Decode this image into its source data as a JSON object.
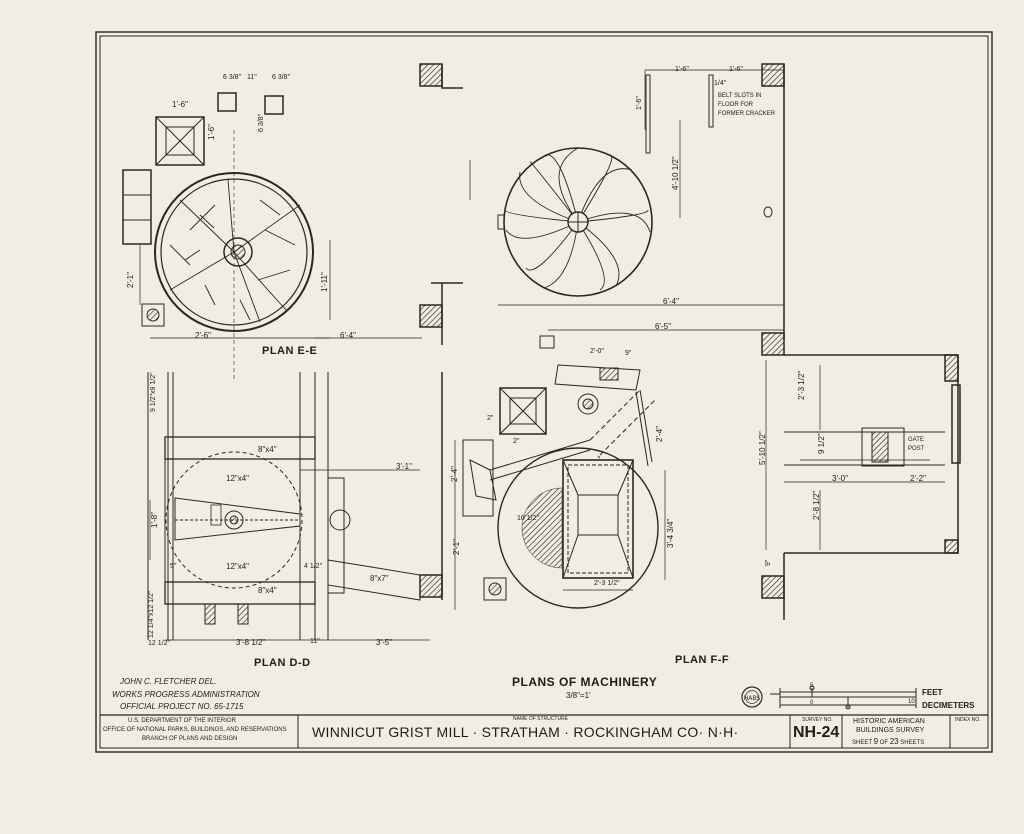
{
  "views": {
    "plan_ee": "PLAN E-E",
    "plan_dd": "PLAN D-D",
    "plan_ff": "PLAN F-F",
    "plans_title": "PLANS OF MACHINERY",
    "plans_scale": "3/8\"=1'"
  },
  "dims": {
    "ee_1": "1'-6\"",
    "ee_2": "1'-6\"",
    "ee_3": "6 3/8\"",
    "ee_4": "11\"",
    "ee_5": "6 3/8\"",
    "ee_6": "6 3/8\"",
    "ee_7": "2'-1\"",
    "ee_8": "1'-11\"",
    "ee_9": "2'-6\"",
    "ee_10": "6'-4\"",
    "ff_1": "1'-6\"",
    "ff_2": "1'-6\"",
    "ff_3": "1'-6\"",
    "ff_4": "1/4\"",
    "ff_5": "4'-10 1/2\"",
    "ff_6": "6'-4\"",
    "ff_7": "6'-5\"",
    "ff_8": "2'-0\"",
    "ff_9": "9\"",
    "ff_10": "2'-3 1/2\"",
    "ff_11": "2'-4\"",
    "ff_12": "5'-10 1/2\"",
    "ff_13": "9 1/2\"",
    "ff_14": "3'-0\"",
    "ff_15": "2'-2\"",
    "ff_16": "2'-8 1/2\"",
    "ff_17": "9\"",
    "ff_18": "2\"",
    "ff_19": "2\"",
    "ff_20": "2'-4\"",
    "ff_21": "10 1/2\"",
    "ff_22": "2'-1\"",
    "ff_23": "3'-4 3/4\"",
    "ff_24": "2'-3 1/2\"",
    "dd_1": "9 1/2\"x9 1/2\"",
    "dd_2": "8\"x4\"",
    "dd_3": "12\"x4\"",
    "dd_4": "3'-1\"",
    "dd_5": "1'-8\"",
    "dd_6": "12\"x4\"",
    "dd_7": "5\"",
    "dd_8": "4 1/2\"",
    "dd_9": "8\"x4\"",
    "dd_10": "8\"x7\"",
    "dd_11": "12 1/4\"x12 1/2\"",
    "dd_12": "12 1/2\"",
    "dd_13": "3'-8 1/2\"",
    "dd_14": "11\"",
    "dd_15": "3'-5\""
  },
  "notes": {
    "belt_slots": "BELT SLOTS IN\nFLOOR FOR\nFORMER CRACKER",
    "gate_post": "GATE\nPOST"
  },
  "credits": {
    "line1": "JOHN C. FLETCHER DEL.",
    "line2": "WORKS PROGRESS ADMINISTRATION",
    "line3": "OFFICIAL   PROJECT  NO. 65-1715"
  },
  "scale_bar": {
    "feet": "FEET",
    "decimeters": "DECIMETERS",
    "zero": "0",
    "five": "5",
    "ten": "10"
  },
  "title_block": {
    "dept_1": "U.S. DEPARTMENT OF THE INTERIOR",
    "dept_2": "OFFICE OF NATIONAL PARKS, BUILDINGS, AND RESERVATIONS",
    "dept_3": "BRANCH OF PLANS AND DESIGN",
    "name_label": "NAME OF STRUCTURE",
    "structure_name": "WINNICUT GRIST MILL · STRATHAM · ROCKINGHAM CO· N·H·",
    "survey_label": "SURVEY NO.",
    "survey_no": "NH-24",
    "habs_1": "HISTORIC AMERICAN",
    "habs_2": "BUILDINGS SURVEY",
    "sheet_word": "SHEET",
    "sheet_no": "9",
    "of_word": "OF",
    "sheet_total": "23",
    "sheets_word": "SHEETS",
    "index_label": "INDEX NO."
  }
}
